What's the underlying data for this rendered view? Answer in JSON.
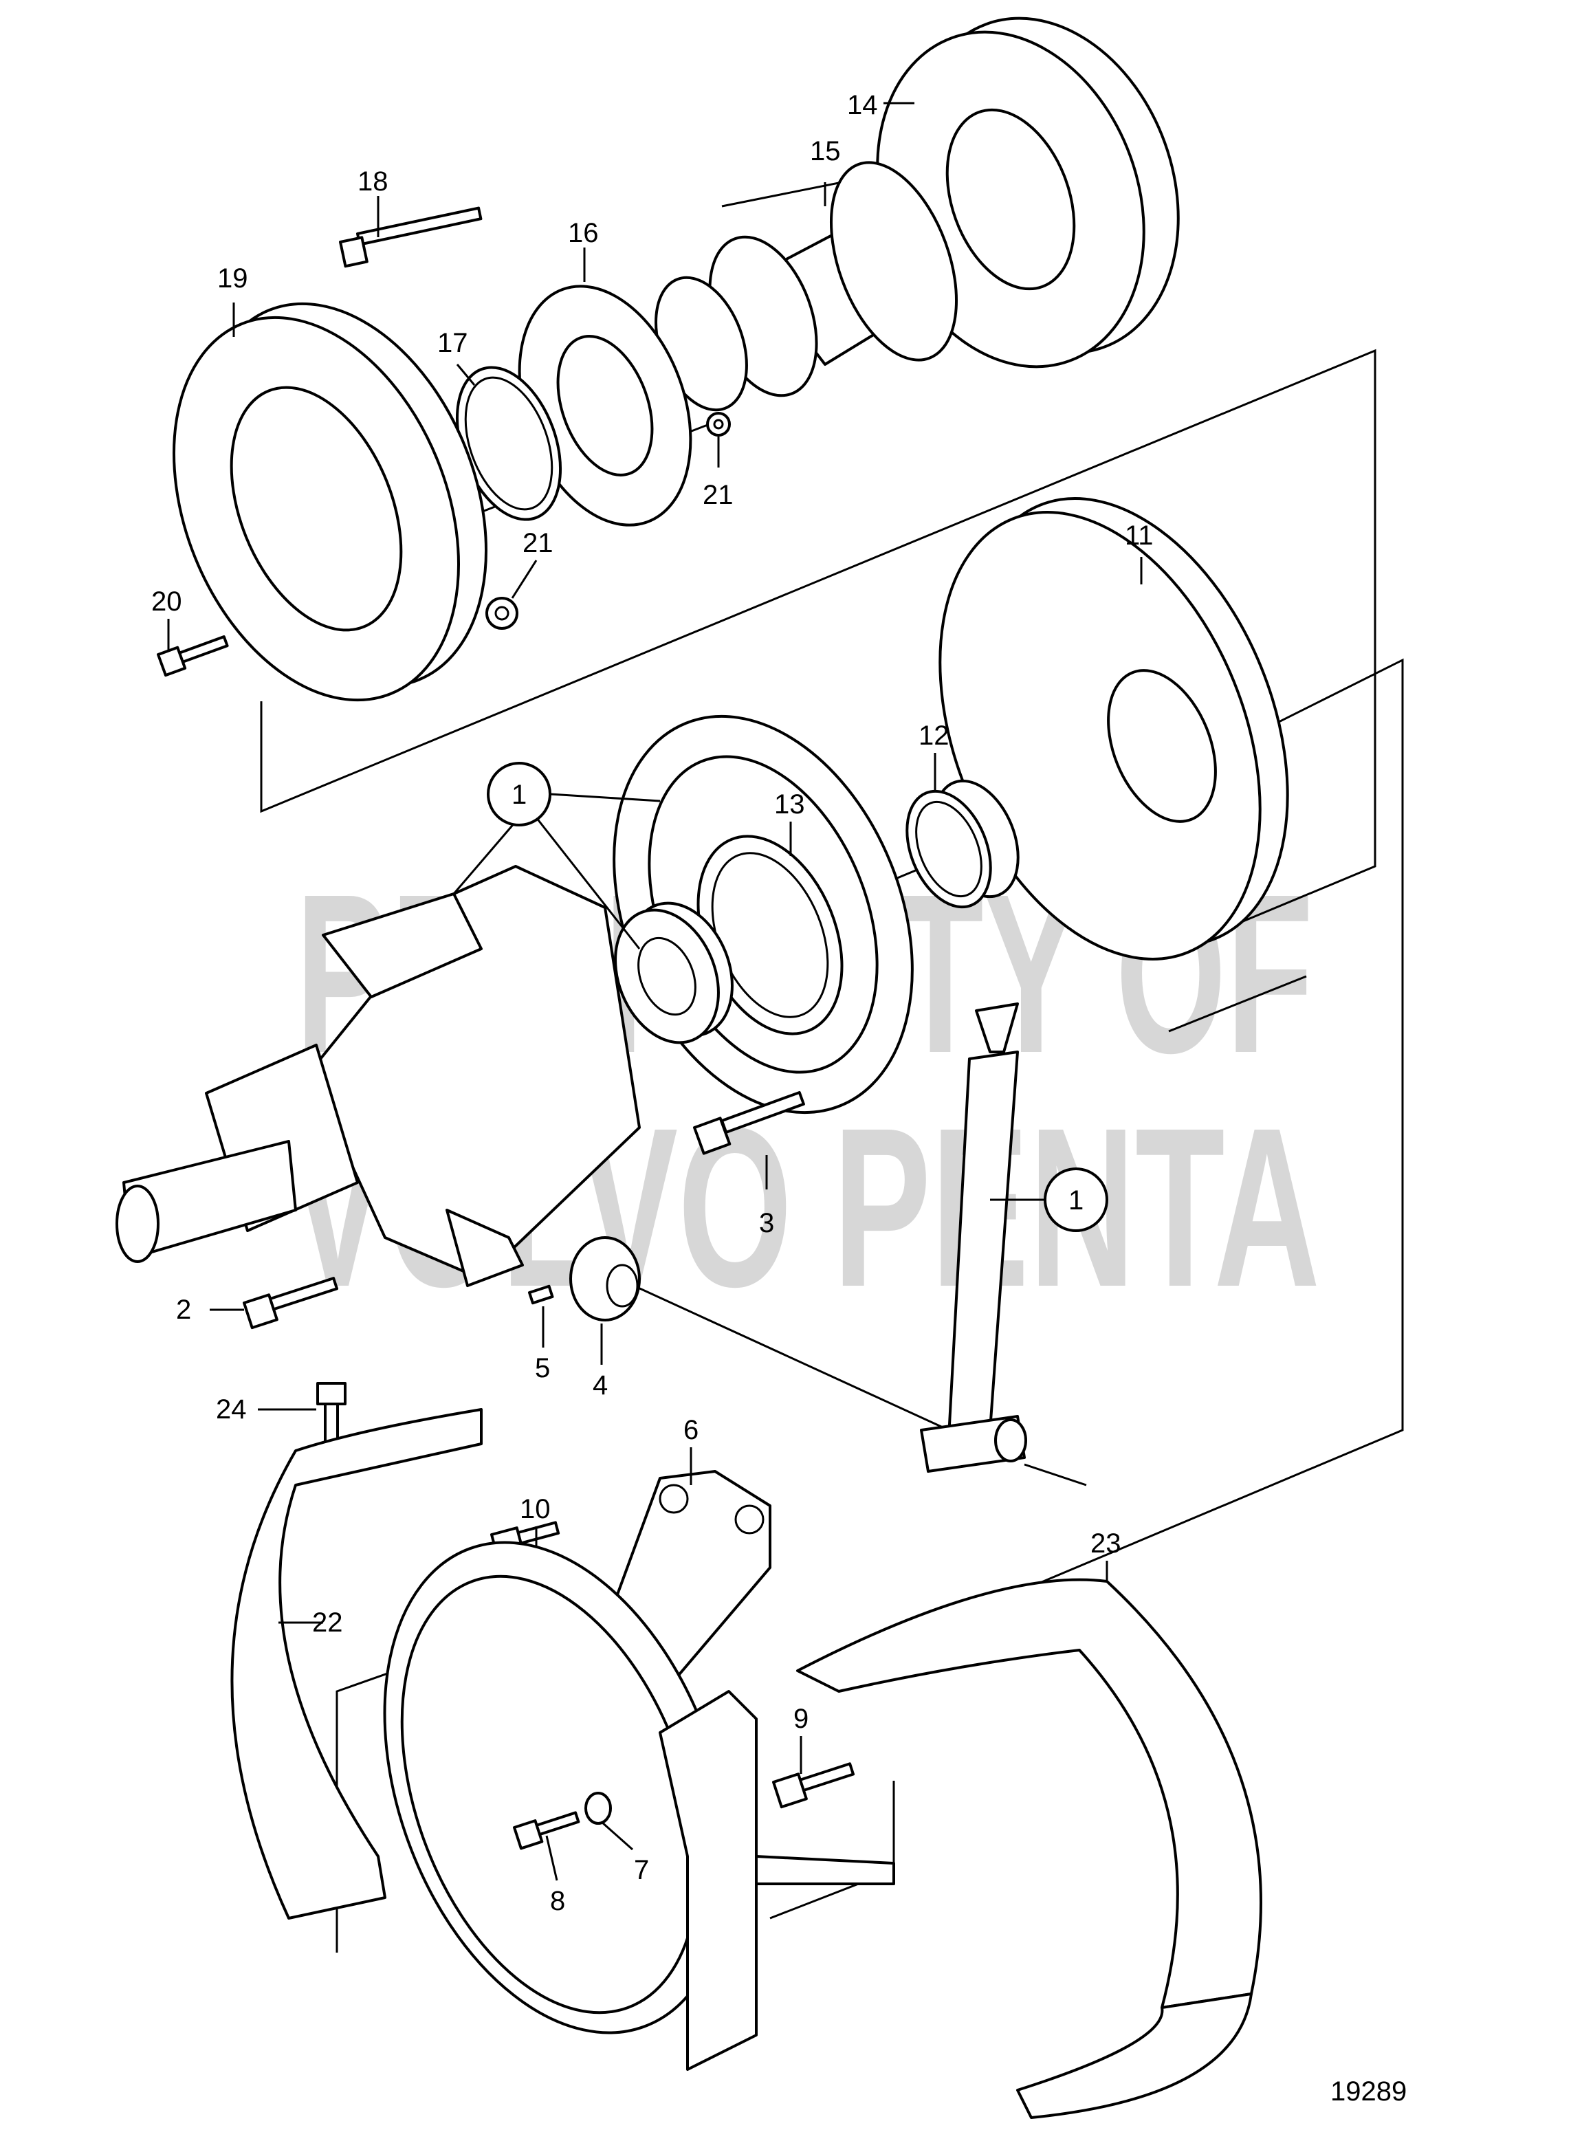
{
  "watermark": {
    "line1": "PROPERTY OF",
    "line2": "VOLVO PENTA"
  },
  "figure_number": "19289",
  "callouts": [
    {
      "id": "14",
      "part": "coupling"
    },
    {
      "id": "15",
      "part": "hub"
    },
    {
      "id": "18",
      "part": "long-bolt"
    },
    {
      "id": "16",
      "part": "flange-plate"
    },
    {
      "id": "19",
      "part": "bell-housing"
    },
    {
      "id": "17",
      "part": "o-ring"
    },
    {
      "id": "21a",
      "label": "21",
      "part": "nut"
    },
    {
      "id": "21b",
      "label": "21",
      "part": "nut"
    },
    {
      "id": "20",
      "part": "screw"
    },
    {
      "id": "11",
      "part": "cover-housing"
    },
    {
      "id": "12",
      "part": "bushing"
    },
    {
      "id": "13",
      "part": "seal-ring"
    },
    {
      "id": "1a",
      "label": "1",
      "part": "clutch-kit"
    },
    {
      "id": "1b",
      "label": "1",
      "part": "clutch-kit"
    },
    {
      "id": "3",
      "part": "bolt"
    },
    {
      "id": "2",
      "part": "bolt"
    },
    {
      "id": "5",
      "part": "set-screw"
    },
    {
      "id": "4",
      "part": "collar"
    },
    {
      "id": "24",
      "part": "bolt"
    },
    {
      "id": "6",
      "part": "bracket"
    },
    {
      "id": "10",
      "part": "bolt"
    },
    {
      "id": "23",
      "part": "guard"
    },
    {
      "id": "22",
      "part": "guard"
    },
    {
      "id": "9",
      "part": "bolt"
    },
    {
      "id": "8",
      "part": "bolt"
    },
    {
      "id": "7",
      "part": "bushing"
    }
  ]
}
